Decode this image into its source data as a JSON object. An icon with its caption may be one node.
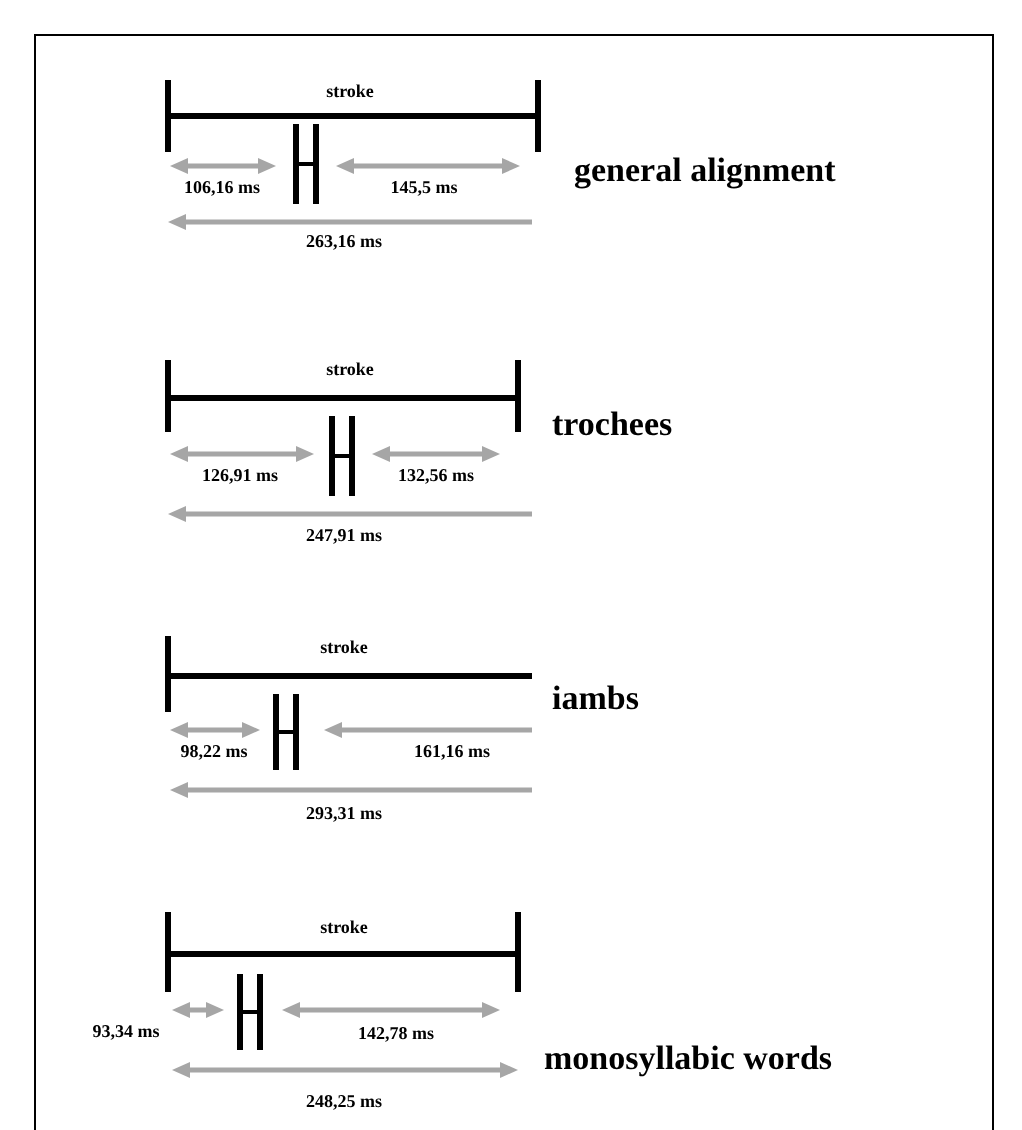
{
  "diagram": {
    "labels": [
      "stroke",
      "general alignment",
      "106,16 ms",
      "145,5 ms",
      "263,16 ms",
      "stroke",
      "trochees",
      "126,91 ms",
      "132,56 ms",
      "247,91 ms",
      "stroke",
      "iambs",
      "98,22 ms",
      "161,16 ms",
      "293,31 ms",
      "stroke",
      "monosyllabic words",
      "93,34 ms",
      "142,78 ms",
      "248,25 ms"
    ]
  }
}
